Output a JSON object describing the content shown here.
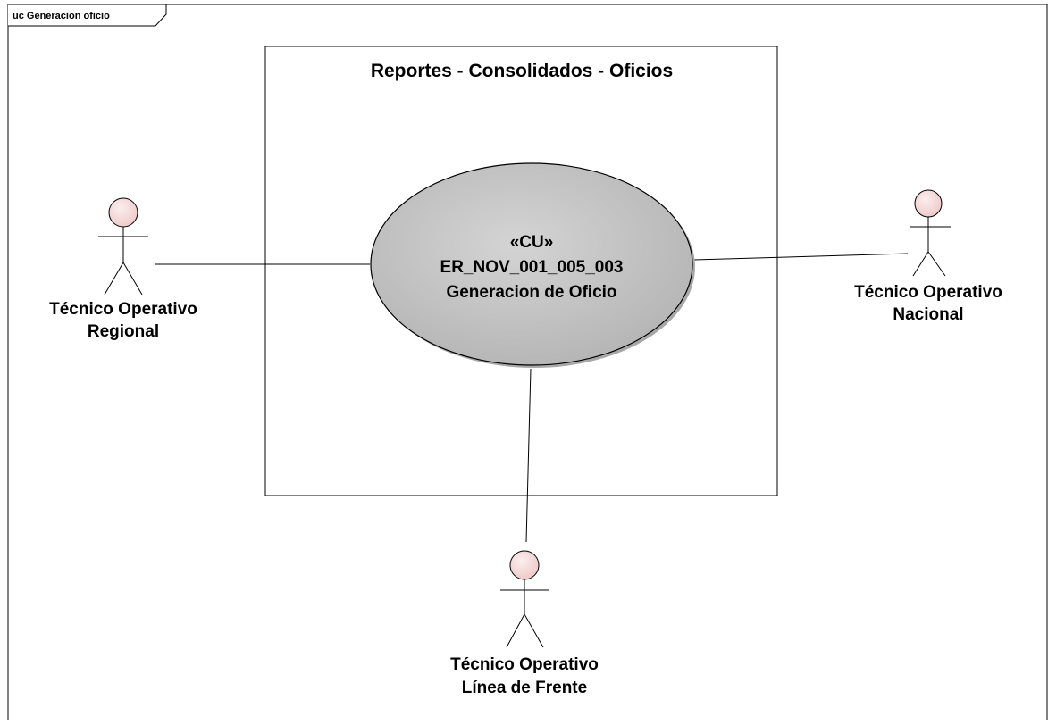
{
  "frame": {
    "label": "uc Generacion oficio"
  },
  "system_boundary": {
    "title": "Reportes - Consolidados - Oficios"
  },
  "use_case": {
    "stereotype": "«CU»",
    "id": "ER_NOV_001_005_003",
    "name": "Generacion de Oficio",
    "fill_color": "#c0c0c0"
  },
  "actors": [
    {
      "key": "regional",
      "line1": "Técnico Operativo",
      "line2": "Regional"
    },
    {
      "key": "nacional",
      "line1": "Técnico Operativo",
      "line2": "Nacional"
    },
    {
      "key": "frente",
      "line1": "Técnico Operativo",
      "line2": "Línea de Frente"
    }
  ],
  "colors": {
    "actor_head": "#f6dede",
    "line": "#000000",
    "usecase_fill": "#c0c0c0",
    "usecase_shadow": "#a8a8a8"
  }
}
